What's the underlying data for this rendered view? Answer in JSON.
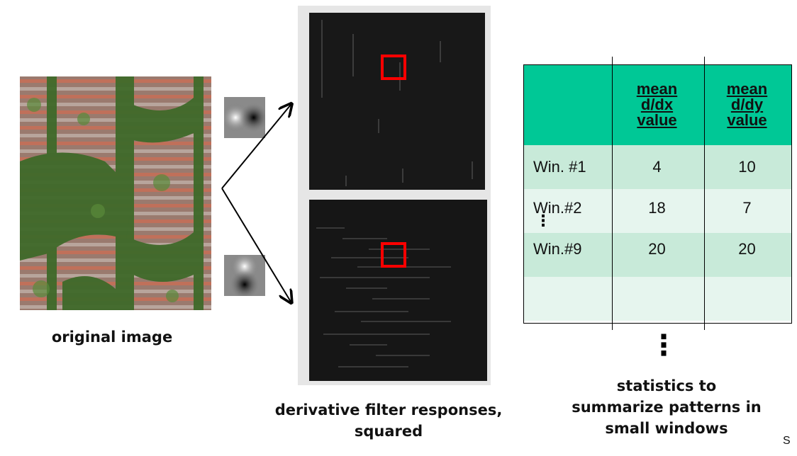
{
  "captions": {
    "original": "original image",
    "filters_line1": "derivative filter responses,",
    "filters_line2": "squared",
    "stats_line1": "statistics to",
    "stats_line2": "summarize patterns in",
    "stats_line3": "small windows"
  },
  "table": {
    "headers": [
      "",
      "mean d/dx value",
      "mean d/dy value"
    ],
    "header_lines": [
      [],
      [
        "mean",
        "d/dx",
        "value"
      ],
      [
        "mean",
        "d/dy",
        "value"
      ]
    ],
    "rows": [
      {
        "label": "Win. #1",
        "dx": "4",
        "dy": "10"
      },
      {
        "label": "Win.#2",
        "dx": "18",
        "dy": "7"
      },
      {
        "label": "Win.#9",
        "dx": "20",
        "dy": "20"
      },
      {
        "label": "",
        "dx": "",
        "dy": ""
      }
    ],
    "continue_mark": "⋮"
  },
  "corner_mark": "S",
  "colors": {
    "header": "#00c896",
    "row_dark": "#c8ead9",
    "row_light": "#e6f5ee",
    "window_box": "#ff0000"
  }
}
